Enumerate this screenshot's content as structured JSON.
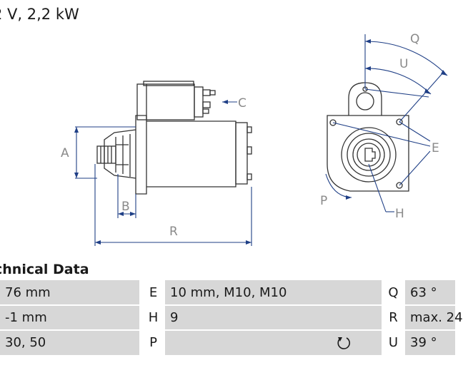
{
  "header": {
    "spec_line": "2 V, 2,2 kW"
  },
  "drawing": {
    "labels": {
      "A": "A",
      "B": "B",
      "C": "C",
      "E": "E",
      "H": "H",
      "P": "P",
      "Q": "Q",
      "R": "R",
      "U": "U"
    },
    "line_color": "#1f3f86",
    "body_color": "#333333"
  },
  "technical_data": {
    "title": "chnical Data",
    "rows": [
      {
        "v1": "76 mm",
        "k2": "E",
        "v2": "10 mm, M10, M10",
        "k3": "Q",
        "v3": "63 °"
      },
      {
        "v1": "-1 mm",
        "k2": "H",
        "v2": "9",
        "k3": "R",
        "v3": "max. 24"
      },
      {
        "v1": "30, 50",
        "k2": "P",
        "v2": "",
        "k3": "U",
        "v3": "39 °"
      }
    ],
    "rotation_icon": "counterclockwise-rotation-icon"
  }
}
